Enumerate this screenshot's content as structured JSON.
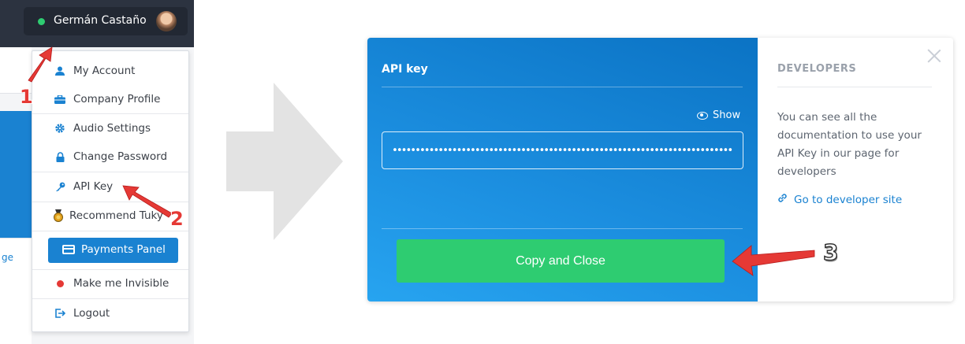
{
  "user": {
    "name": "Germán Castaño",
    "status": "online"
  },
  "side": {
    "link_fragment": "ge"
  },
  "menu": {
    "items": [
      {
        "label": "My Account",
        "icon": "user-icon"
      },
      {
        "label": "Company Profile",
        "icon": "briefcase-icon"
      },
      {
        "label": "Audio Settings",
        "icon": "gear-icon"
      },
      {
        "label": "Change Password",
        "icon": "lock-icon"
      },
      {
        "label": "API Key",
        "icon": "key-icon"
      },
      {
        "label": "Recommend Tuky",
        "icon": "medal-icon"
      },
      {
        "label": "Make me Invisible",
        "icon": "red-dot-icon"
      },
      {
        "label": "Logout",
        "icon": "logout-icon"
      }
    ],
    "payments_button": "Payments Panel"
  },
  "modal": {
    "title": "API key",
    "show_label": "Show",
    "key_value": "••••••••••••••••••••••••••••••••••••••••••••••••••••••••••••••••••••••••••••",
    "copy_button": "Copy and Close",
    "developers_title": "DEVELOPERS",
    "developers_text": "You can see all the documentation to use your API Key in our page for developers",
    "developer_link": "Go to developer site"
  },
  "annotations": {
    "step1": "1",
    "step2": "2",
    "step3": "3"
  },
  "colors": {
    "accent": "#1a82d1",
    "success": "#2ecc71",
    "annotation": "#e53935",
    "topbar": "#2c3340"
  }
}
